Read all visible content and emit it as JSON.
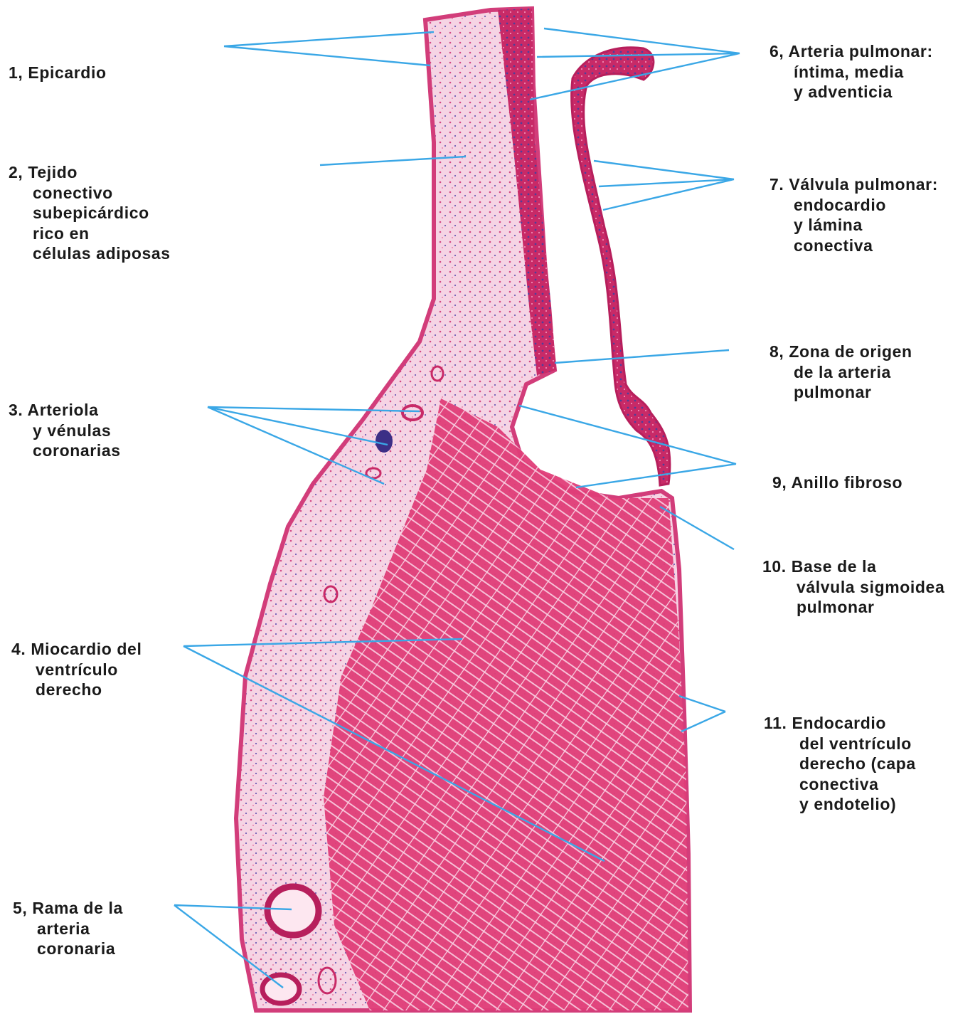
{
  "colors": {
    "tissue_background": "#f4c9de",
    "tissue_pink": "#e2457f",
    "tissue_deep": "#b8205a",
    "nuclei_blue": "#5a4fa8",
    "leader_lines": "#3aa7e6",
    "text": "#1a1a1a"
  },
  "labels": [
    {
      "id": "1",
      "num": "1,",
      "lines": [
        "Epicardio"
      ]
    },
    {
      "id": "2",
      "num": "2,",
      "lines": [
        "Tejido",
        "conectivo",
        "subepicárdico",
        "rico en",
        "células adiposas"
      ]
    },
    {
      "id": "3",
      "num": "3.",
      "lines": [
        "Arteriola",
        "y vénulas",
        "coronarias"
      ]
    },
    {
      "id": "4",
      "num": "4.",
      "lines": [
        "Miocardio del",
        "ventrículo",
        "derecho"
      ]
    },
    {
      "id": "5",
      "num": "5,",
      "lines": [
        "Rama de la",
        "arteria",
        "coronaria"
      ]
    },
    {
      "id": "6",
      "num": "6,",
      "lines": [
        "Arteria pulmonar:",
        "íntima, media",
        "y adventicia"
      ]
    },
    {
      "id": "7",
      "num": "7.",
      "lines": [
        "Válvula pulmonar:",
        "endocardio",
        "y lámina",
        "conectiva"
      ]
    },
    {
      "id": "8",
      "num": "8,",
      "lines": [
        "Zona de origen",
        "de la arteria",
        "pulmonar"
      ]
    },
    {
      "id": "9",
      "num": "9,",
      "lines": [
        "Anillo fibroso"
      ]
    },
    {
      "id": "10",
      "num": "10.",
      "lines": [
        "Base de la",
        "válvula sigmoidea",
        "pulmonar"
      ]
    },
    {
      "id": "11",
      "num": "11.",
      "lines": [
        "Endocardio",
        "del ventrículo",
        "derecho (capa",
        "conectiva",
        "y endotelio)"
      ]
    }
  ]
}
